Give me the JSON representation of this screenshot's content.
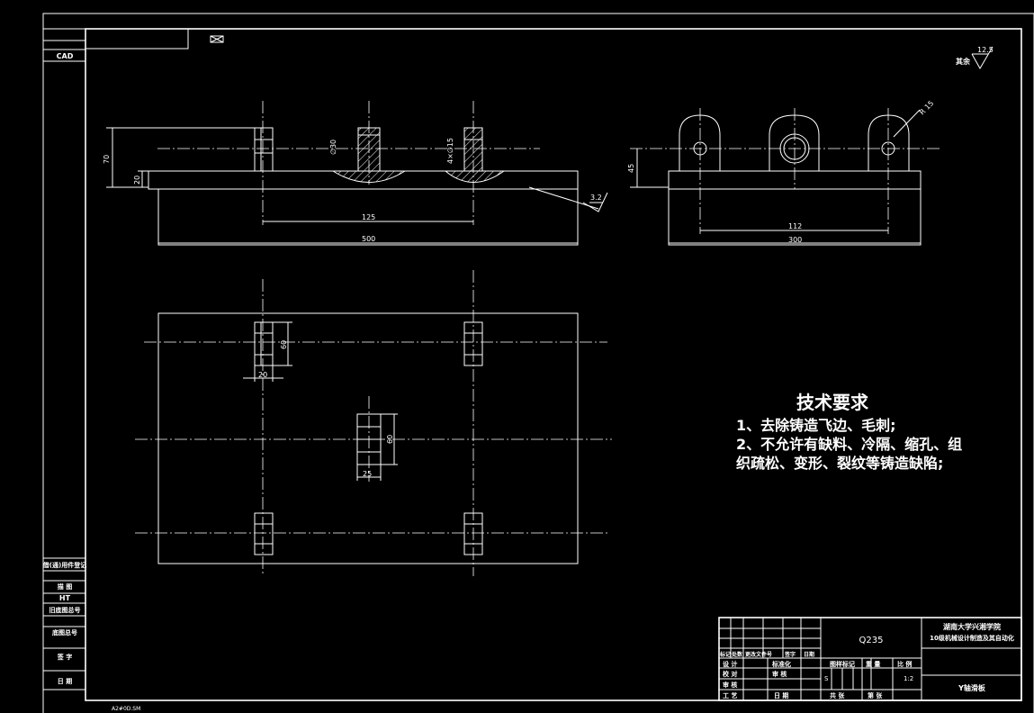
{
  "left_panel": {
    "cad_label": "CAD",
    "vertical_labels": [
      "借(通)用件登记",
      "描 图",
      "HT",
      "旧底图总号",
      "底图总号",
      "签 字",
      "日 期"
    ]
  },
  "roughness": {
    "rest_label": "其余",
    "rest_value": "12.5",
    "surface_value": "3.2"
  },
  "front_view": {
    "dims": {
      "height_total": "70",
      "base_height": "20",
      "hole_dia": "∅30",
      "slot": "4×∅15",
      "center_span": "125",
      "length": "500"
    }
  },
  "side_view": {
    "dims": {
      "radius": "R 15",
      "height": "45",
      "inner_span": "112",
      "width": "300"
    }
  },
  "top_view": {
    "dims": {
      "slot_h_1": "60",
      "slot_w_1": "20",
      "slot_h_2": "60",
      "slot_w_2": "25"
    }
  },
  "tech_requirements": {
    "title": "技术要求",
    "line1": "1、去除铸造飞边、毛刺;",
    "line2": "2、不允许有缺料、冷隔、缩孔、组",
    "line3": "织疏松、变形、裂纹等铸造缺陷;"
  },
  "title_block": {
    "material": "Q235",
    "school_line1": "湖南大学兴湘学院",
    "school_line2": "10级机械设计制造及其自动化",
    "header_cells": [
      "标记",
      "处数",
      "更改文件号",
      "签字",
      "日期"
    ],
    "design_label": "设 计",
    "design_extra": "标准化",
    "check_label": "校 对",
    "check_extra": "审 核",
    "review_label": "审 核",
    "process_label": "工 艺",
    "date_label": "日 期",
    "stage_label": "图样标记",
    "weight_label": "重 量",
    "scale_label": "比 例",
    "stage_value": "S",
    "scale_value": "1:2",
    "total_sheets": "共 张",
    "sheet_no": "第 张",
    "part_name": "Y轴滑板"
  },
  "bottom_note": "A2#0D.SM"
}
